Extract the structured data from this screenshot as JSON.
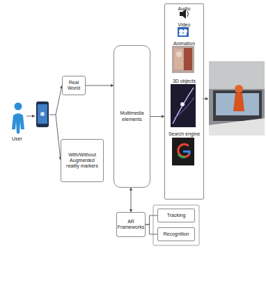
{
  "diagram": {
    "nodes": [
      {
        "text": [
          "Real World"
        ]
      },
      {
        "text": [
          "With/Without Augmented reality markers"
        ]
      },
      {
        "text": [
          "Multimedia elements"
        ]
      },
      {
        "text": [
          "Audio",
          "Video",
          "Animation",
          "3D objects",
          "Search engine"
        ]
      },
      {
        "text": [
          "AR Frameworks"
        ]
      },
      {
        "text": [
          "Tracking"
        ]
      },
      {
        "text": [
          "Recognition"
        ]
      }
    ],
    "edges": [
      {
        "from": 0,
        "to": 2,
        "arrow": "to"
      },
      {
        "from": 2,
        "to": 3,
        "arrow": "to"
      },
      {
        "from": 4,
        "to": 2,
        "arrow": "both"
      },
      {
        "from": 4,
        "to": 5,
        "arrow": "none"
      },
      {
        "from": 4,
        "to": 6,
        "arrow": "none"
      }
    ],
    "labels": [
      "User"
    ]
  }
}
